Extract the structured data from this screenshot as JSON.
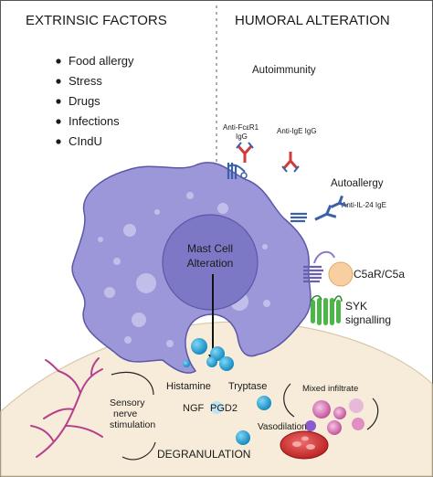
{
  "left_panel": {
    "title": "EXTRINSIC FACTORS",
    "factors": [
      "Food allergy",
      "Stress",
      "Drugs",
      "Infections",
      "CIndU"
    ]
  },
  "right_panel": {
    "title": "HUMORAL ALTERATION",
    "autoimmunity": "Autoimmunity",
    "anti_fceri1": "Anti-FcεR1",
    "igg": "IgG",
    "anti_ige_igg": "Anti-IgE IgG",
    "autoallergy": "Autoallergy",
    "anti_il24_ige": "Anti-IL-24 IgE",
    "c5ar": "C5aR/C5a",
    "syk_line1": "SYK",
    "syk_line2": "signalling"
  },
  "cell": {
    "nucleus_line1": "Mast Cell",
    "nucleus_line2": "Alteration"
  },
  "mediators": {
    "histamine": "Histamine",
    "tryptase": "Tryptase",
    "ngf": "NGF",
    "pgd2": "PGD2"
  },
  "effects": {
    "sensory_line1": "Sensory",
    "sensory_line2": "nerve",
    "sensory_line3": "stimulation",
    "mixed_infiltrate": "Mixed infiltrate",
    "vasodilation": "Vasodilation",
    "degranulation": "DEGRANULATION"
  },
  "colors": {
    "cell_fill": "#9b97d8",
    "cell_stroke": "#5c57a8",
    "nucleus_fill": "#7c78c6",
    "tissue_fill": "#f7ecd9",
    "granule": "#1fa3d6",
    "receptor_blue": "#3b5fa8",
    "receptor_red": "#d23b3b",
    "syk_green": "#4cb648",
    "c5a_orange": "#f8cfa0",
    "nerve": "#b5408e"
  }
}
